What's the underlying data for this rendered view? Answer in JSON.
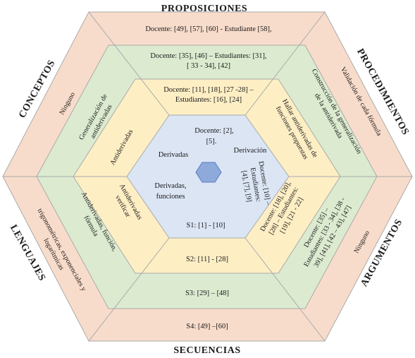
{
  "titles": {
    "top": "PROPOSICIONES",
    "bottom": "SECUENCIAS",
    "upper_left": "CONCEPTOS",
    "upper_right": "PROCEDIMIENTOS",
    "lower_left": "LENGUAJES",
    "lower_right": "ARGUMENTOS"
  },
  "ring4": {
    "top_line1": "Docente: [49], [57], [60] -  Estudiante [58],",
    "bottom": "S4: [49] –[60]",
    "upper_left": "Ninguno",
    "upper_right_line1": "Validación de cada fórmula",
    "lower_left_line1": "trigonométricas, exponenciales y",
    "lower_left_line2": "logarítmicas",
    "lower_right": "Ninguno"
  },
  "ring3": {
    "top_line1": "Docente: [35], [46] – Estudiantes: [31],",
    "top_line2": "[ 33 - 34], [42]",
    "bottom": "S3: [29] – [48]",
    "upper_left_line1": "Generalización de",
    "upper_left_line2": "antiderivadas",
    "upper_right_line1": "Construcción de la generalización",
    "upper_right_line2": "de la antiderivada",
    "lower_left_line1": "Antiderivadas, función,",
    "lower_left_line2": "fórmula",
    "lower_right_line1": "Docente: [35] –",
    "lower_right_line2": "Estudiantes: [33 - 34], [38 -",
    "lower_right_line3": "39], [41], [42 – 43], [47]"
  },
  "ring2": {
    "top_line1": "Docente: [11], [18], [27 -28] –",
    "top_line2": "Estudiantes: [16], [24]",
    "bottom": "S2: [11] - [28]",
    "upper_left": "Antiderivadas",
    "upper_right_line1": "Hallar antiderivadas de",
    "upper_right_line2": "funciones propuestas",
    "lower_left_line1": "Antiderivadas",
    "lower_left_line2": "verificar",
    "lower_right_line1": "Docente: [18], [20],",
    "lower_right_line2": "[28] – Estudiantes:",
    "lower_right_line3": "[19], [21 - 22]"
  },
  "ring1": {
    "top_line1": "Docente: [2],",
    "top_line2": "[5].",
    "bottom": "S1: [1] - [10]",
    "upper_left": "Derivadas",
    "upper_right": "Derivación",
    "lower_left_line1": "Derivadas,",
    "lower_left_line2": "funciones",
    "lower_right_line1": "Docente: [10] –",
    "lower_right_line2": "Estudiantes:",
    "lower_right_line3": "[4], [7], [9]"
  },
  "colors": {
    "ring4": "#f8dccb",
    "ring3": "#dcebd0",
    "ring2": "#fdeec4",
    "ring1": "#dbe5f4",
    "center": "#8eaadb",
    "lines": "#aaaaaa"
  }
}
